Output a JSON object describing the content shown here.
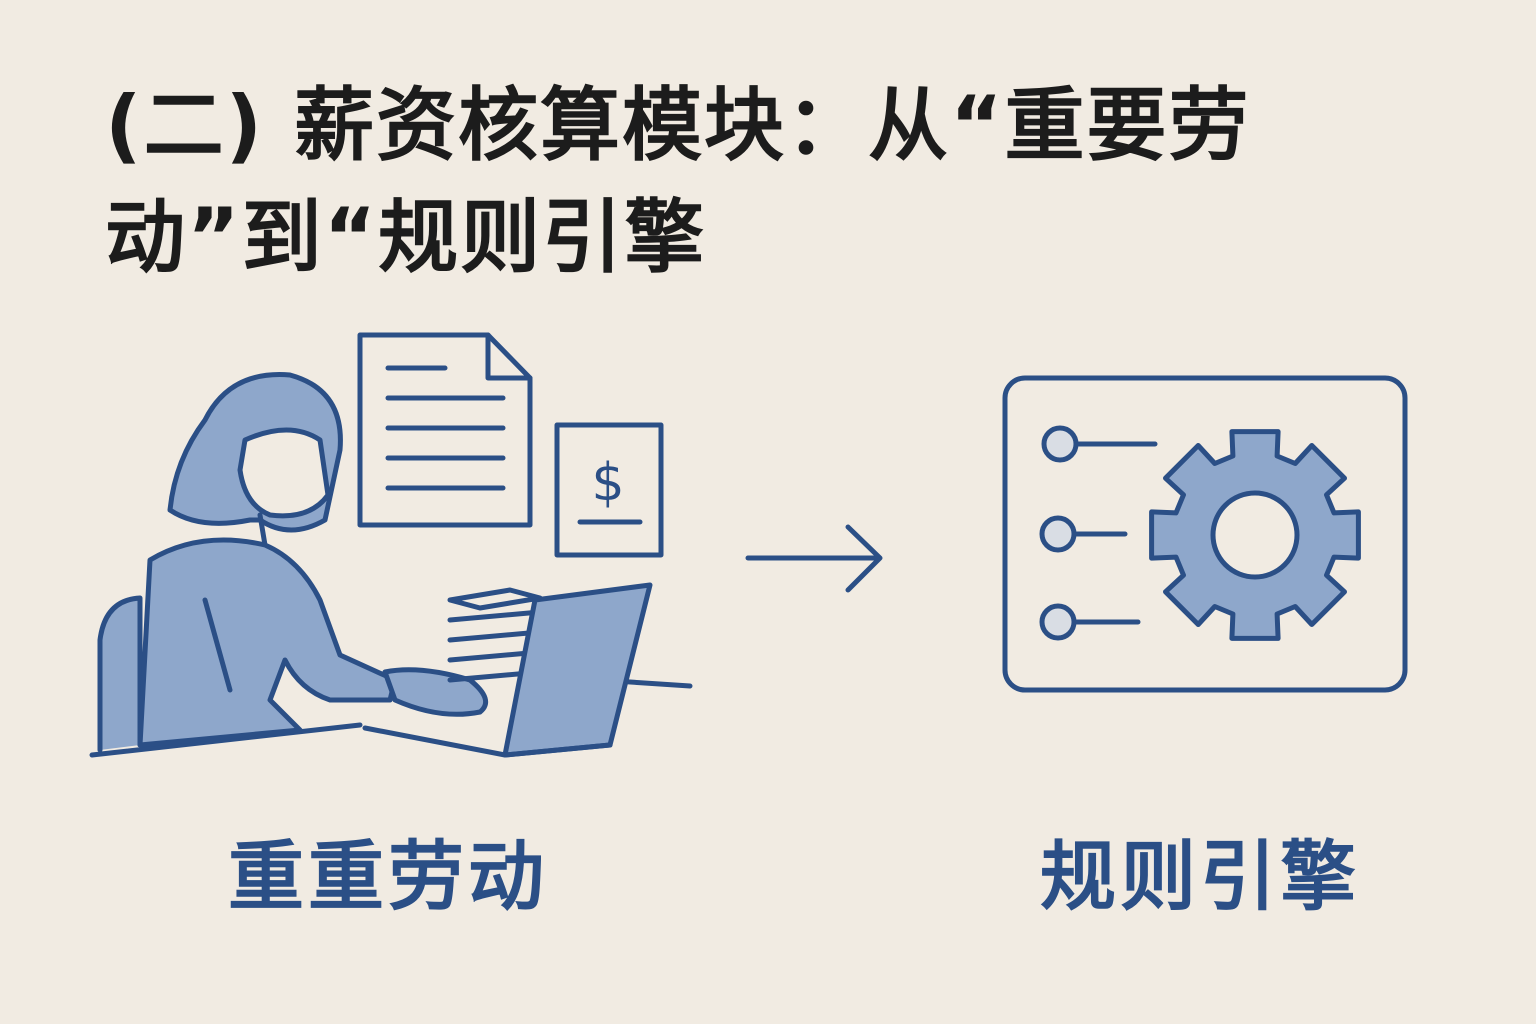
{
  "title": "(二) 薪资核算模块：从“重要劳动”到“规则引擎",
  "left_label": "重重劳动",
  "right_label": "规则引擎",
  "icons": {
    "dollar": "$"
  },
  "colors": {
    "background": "#f1ebe2",
    "stroke": "#2b4f86",
    "fill": "#8ea7cb",
    "text": "#1c1c1c"
  }
}
